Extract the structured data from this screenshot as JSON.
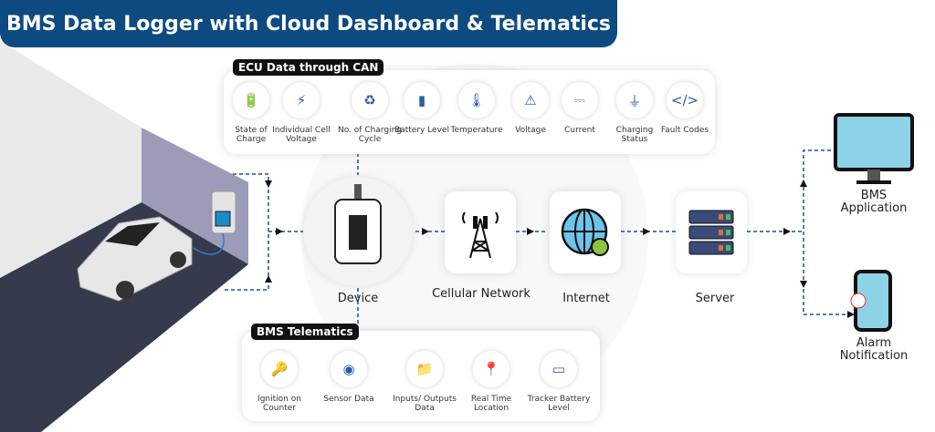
{
  "title": "BMS Data Logger with Cloud Dashboard & Telematics",
  "ecu": {
    "heading": "ECU Data through CAN",
    "items": [
      {
        "label": "State of Charge",
        "icon": "soc-icon"
      },
      {
        "label": "Individual Cell Voltage",
        "icon": "cell-battery-icon"
      },
      {
        "label": "No. of Charging Cycle",
        "icon": "charging-cycle-icon"
      },
      {
        "label": "Battery Level",
        "icon": "battery-level-icon"
      },
      {
        "label": "Temperature",
        "icon": "thermometer-icon"
      },
      {
        "label": "Voltage",
        "icon": "voltage-icon"
      },
      {
        "label": "Current",
        "icon": "current-icon"
      },
      {
        "label": "Charging Status",
        "icon": "charging-status-icon"
      },
      {
        "label": "Fault Codes",
        "icon": "fault-code-icon"
      }
    ]
  },
  "telematics": {
    "heading": "BMS Telematics",
    "items": [
      {
        "label": "Ignition on Counter",
        "icon": "key-icon"
      },
      {
        "label": "Sensor Data",
        "icon": "sensor-icon"
      },
      {
        "label": "Inputs/ Outputs Data",
        "icon": "io-folder-icon"
      },
      {
        "label": "Real Time Location",
        "icon": "map-pin-icon"
      },
      {
        "label": "Tracker Battery Level",
        "icon": "battery-icon"
      }
    ]
  },
  "flow": {
    "device": "Device",
    "cellular": "Cellular Network",
    "internet": "Internet",
    "server": "Server",
    "app": "BMS Application",
    "alarm": "Alarm Notification"
  },
  "colors": {
    "banner": "#0d4a80",
    "dash": "#1c4f9a"
  }
}
